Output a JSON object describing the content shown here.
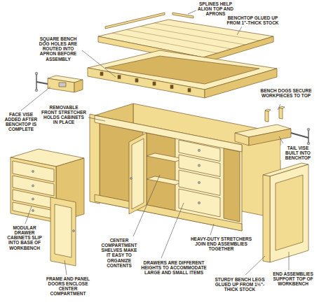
{
  "diagram": {
    "labels": [
      "SPLINES HELP ALIGN TOP AND APRONS",
      "BENCHTOP GLUED UP FROM 1\"-THICK STOCK",
      "SQUARE BENCH DOG HOLES ARE ROUTED INTO APRON BEFORE ASSEMBLY",
      "FACE VISE ADDED AFTER BENCHTOP IS COMPLETE",
      "REMOVABLE FRONT STRETCHER HOLDS CABINETS IN PLACE",
      "BENCH DOGS SECURE WORKPIECES TO TOP",
      "TAIL VISE BUILT INTO BENCHTOP",
      "MODULAR DRAWER CABINETS SLIP INTO BASE OF WORKBENCH",
      "FRAME AND PANEL DOORS ENCLOSE CENTER COMPARTMENT",
      "CENTER COMPARTMENT SHELVES MAKE IT EASY TO ORGANIZE CONTENTS",
      "DRAWERS ARE DIFFERENT HEIGHTS TO ACCOMMODATE LARGE AND SMALL ITEMS",
      "HEAVY-DUTY STRETCHERS JOIN END ASSEMBLIES TOGETHER",
      "STURDY BENCH LEGS GLUED UP FROM 1½\"-THICK STOCK",
      "END ASSEMBLIES SUPPORT TOP OF WORKBENCH"
    ]
  }
}
